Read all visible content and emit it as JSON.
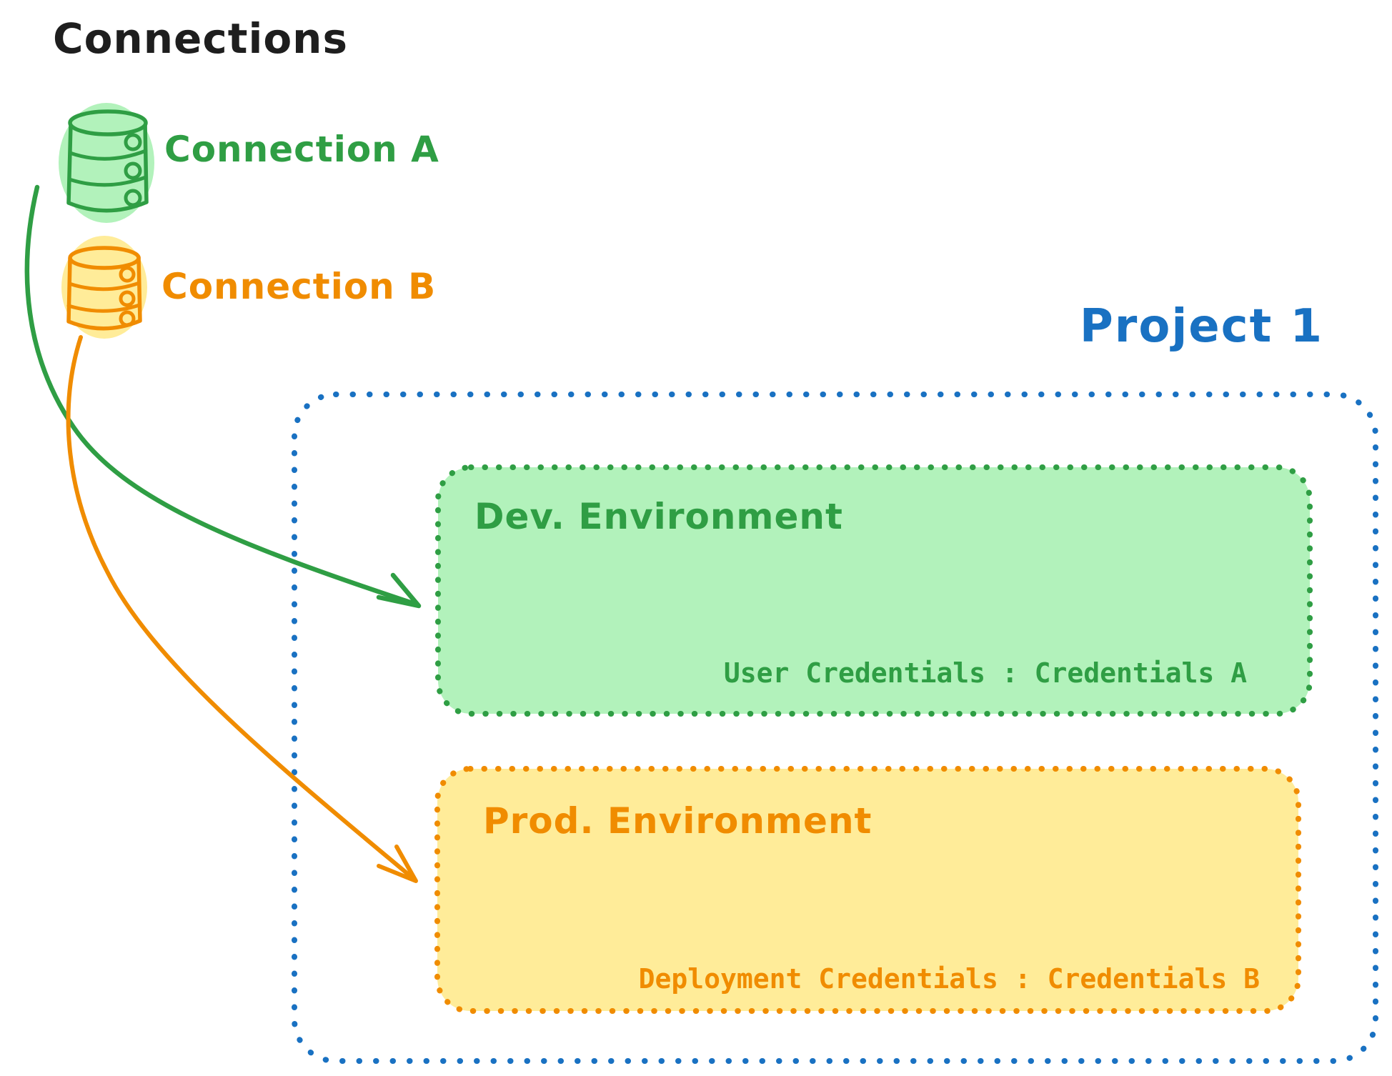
{
  "diagram": {
    "title": "Connections",
    "connections": [
      {
        "id": "connection-a",
        "label": "Connection A",
        "stroke": "#2f9e44",
        "fill": "#b2f2bb"
      },
      {
        "id": "connection-b",
        "label": "Connection B",
        "stroke": "#f08c00",
        "fill": "#ffec99"
      }
    ],
    "project": {
      "title": "Project 1",
      "border_color": "#1971c2",
      "environments": [
        {
          "name": "Dev. Environment",
          "credentials_label": "User Credentials : Credentials A",
          "stroke": "#2f9e44",
          "fill": "#b2f2bb",
          "linked_connection": "Connection A"
        },
        {
          "name": "Prod. Environment",
          "credentials_label": "Deployment Credentials : Credentials B",
          "stroke": "#f08c00",
          "fill": "#ffec99",
          "linked_connection": "Connection B"
        }
      ]
    },
    "colors": {
      "title_text": "#1e1e1e",
      "green_stroke": "#2f9e44",
      "green_fill": "#b2f2bb",
      "orange_stroke": "#f08c00",
      "orange_fill": "#ffec99",
      "blue": "#1971c2"
    }
  }
}
